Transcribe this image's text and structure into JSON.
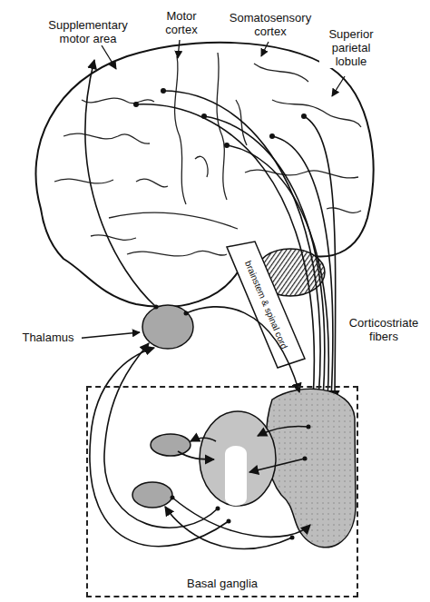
{
  "diagram": {
    "nodes": [
      {
        "text": [
          "Basal ganglia"
        ]
      }
    ],
    "labels": [
      "Supplementary motor area",
      "Motor cortex",
      "Somatosensory cortex",
      "Superior parietal lobule",
      "brainstem & spinal cord",
      "Thalamus",
      "Corticostriate fibers"
    ]
  }
}
